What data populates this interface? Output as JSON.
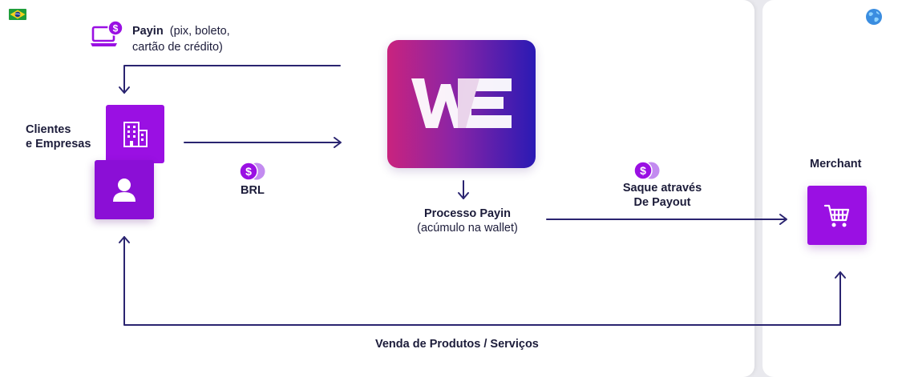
{
  "colors": {
    "purple": "#9a10e3",
    "line": "#2a2470",
    "text": "#1c1c3a",
    "we_gradient": [
      "#c9237e",
      "#8a24a6",
      "#2a1ab4"
    ]
  },
  "icons": {
    "region_left": "brazil-flag-icon",
    "region_right": "globe-icon",
    "payin": "laptop-dollar-icon",
    "company": "building-icon",
    "person": "user-icon",
    "merchant": "shopping-cart-icon",
    "currency": "dollar-coin-icon"
  },
  "payin": {
    "title": "Payin",
    "detail_line1": "(pix, boleto,",
    "detail_line2": "cartão de crédito)"
  },
  "clientes": {
    "line1": "Clientes",
    "line2": "e Empresas"
  },
  "brl_label": "BRL",
  "processo": {
    "title": "Processo Payin",
    "subtitle": "(acúmulo na wallet)"
  },
  "saque": {
    "line1": "Saque através",
    "line2": "De Payout"
  },
  "merchant_label": "Merchant",
  "venda_label": "Venda de Produtos / Serviços"
}
